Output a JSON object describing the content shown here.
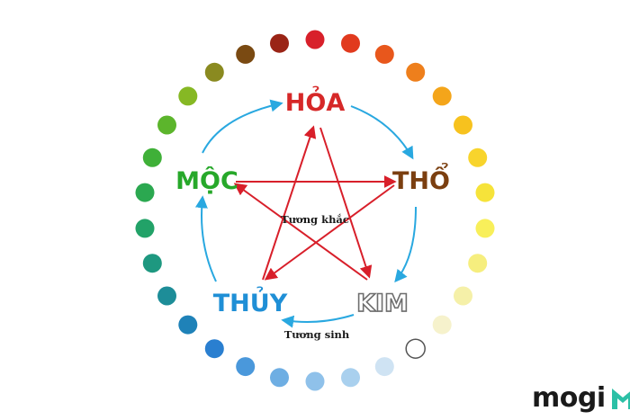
{
  "elements": {
    "hoa": {
      "label": "HỎA",
      "color": "#d62828"
    },
    "tho": {
      "label": "THỔ",
      "color": "#7b3f10"
    },
    "kim": {
      "label": "KIM",
      "color": "#6e6e6e"
    },
    "thuy": {
      "label": "THỦY",
      "color": "#1f8fd6"
    },
    "moc": {
      "label": "MỘC",
      "color": "#27a82a"
    }
  },
  "relations": {
    "generating": {
      "label": "Tương sinh",
      "color": "#29a8e0"
    },
    "overcoming": {
      "label": "Tương khắc",
      "color": "#d81f2a"
    }
  },
  "color_wheel": [
    "#d8202a",
    "#e13a1e",
    "#e8571c",
    "#ee7f1c",
    "#f4a51a",
    "#f7c21e",
    "#f8d42c",
    "#f6e33a",
    "#f8ef5a",
    "#f6ee7e",
    "#f5f0a8",
    "#f6f2cc",
    "#ffffff",
    "#cfe3f3",
    "#a9d0ee",
    "#8fc1ea",
    "#6eaee3",
    "#4a98db",
    "#2a7fd0",
    "#1f82b8",
    "#1d8d98",
    "#1e9880",
    "#22a268",
    "#2ba850",
    "#3fb038",
    "#5cb52c",
    "#86b824",
    "#8a8a20",
    "#7a4a12",
    "#9a2416"
  ],
  "brand": {
    "text": "mogi"
  }
}
